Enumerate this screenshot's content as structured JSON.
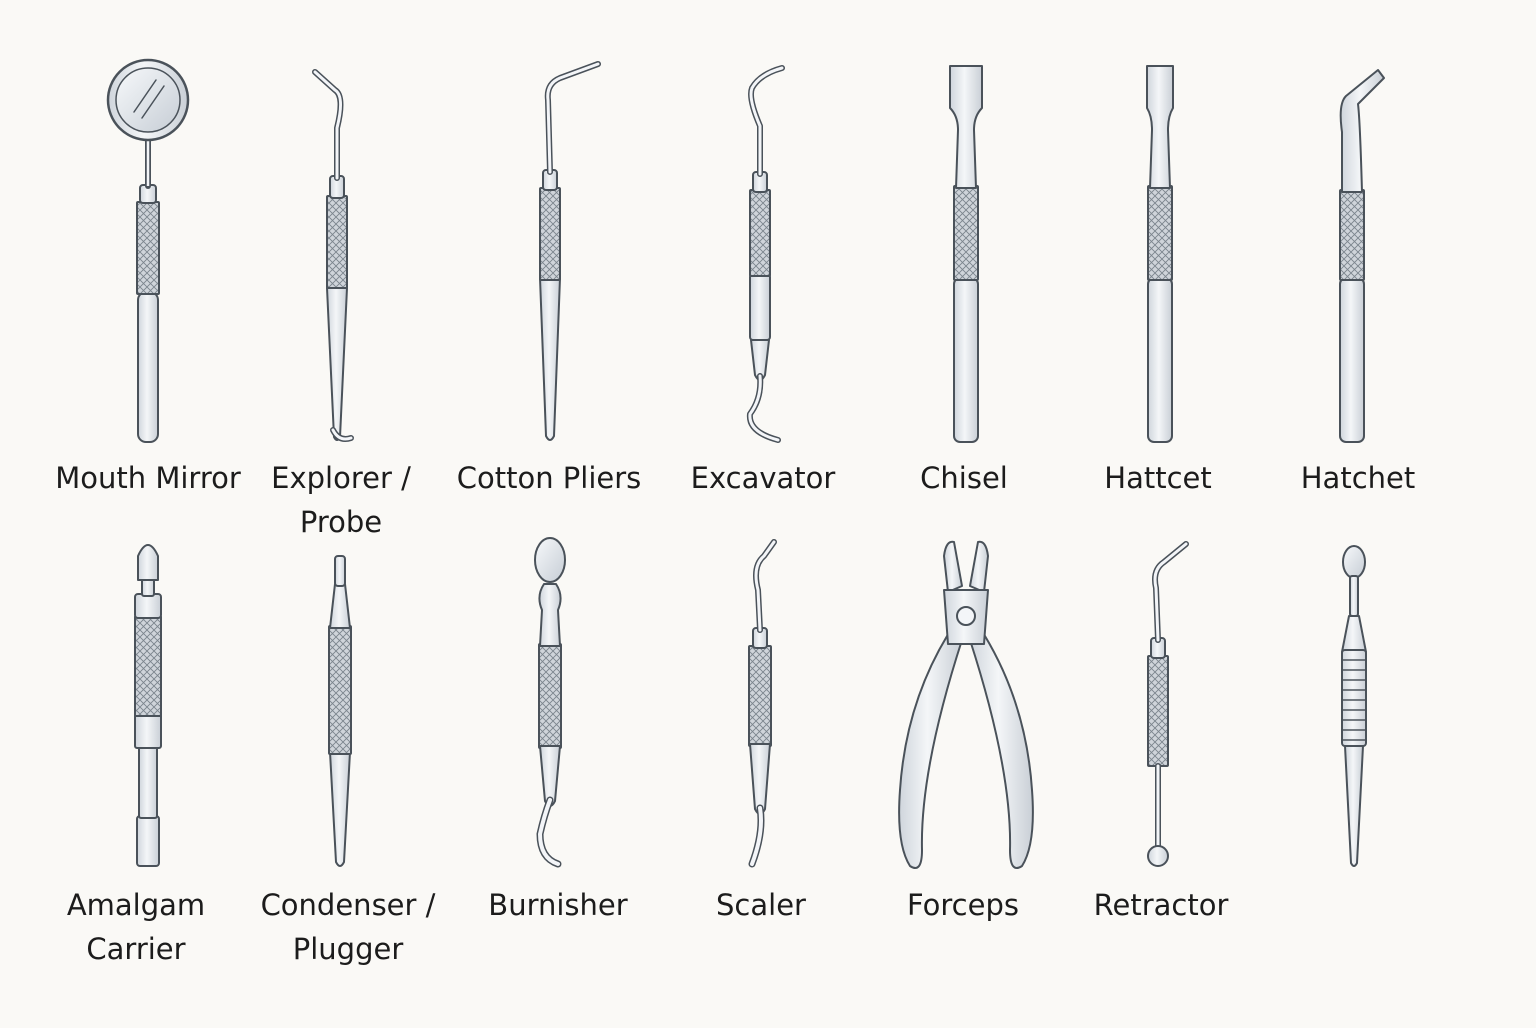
{
  "palette": {
    "background": "#faf9f6",
    "steel_fill": "#e3e7ec",
    "steel_light": "#f3f5f8",
    "outline": "#4a525a",
    "grip_fill": "#cfd4da",
    "text": "#1c1c1c"
  },
  "instruments": [
    {
      "icon": "mouth-mirror-icon",
      "label_lines": [
        "Mouth Mirror"
      ]
    },
    {
      "icon": "explorer-probe-icon",
      "label_lines": [
        "Explorer /",
        "Probe"
      ]
    },
    {
      "icon": "cotton-pliers-icon",
      "label_lines": [
        "Cotton Pliers"
      ]
    },
    {
      "icon": "excavator-icon",
      "label_lines": [
        "Excavator"
      ]
    },
    {
      "icon": "chisel-icon",
      "label_lines": [
        "Chisel"
      ]
    },
    {
      "icon": "hattcet-icon",
      "label_lines": [
        "Hattcet"
      ]
    },
    {
      "icon": "hatchet-icon",
      "label_lines": [
        "Hatchet"
      ]
    },
    {
      "icon": "amalgam-carrier-icon",
      "label_lines": [
        "Amalgam",
        "Carrier"
      ]
    },
    {
      "icon": "condenser-plugger-icon",
      "label_lines": [
        "Condenser /",
        "Plugger"
      ]
    },
    {
      "icon": "burnisher-icon",
      "label_lines": [
        "Burnisher"
      ]
    },
    {
      "icon": "scaler-icon",
      "label_lines": [
        "Scaler"
      ]
    },
    {
      "icon": "forceps-icon",
      "label_lines": [
        "Forceps"
      ]
    },
    {
      "icon": "retractor-icon",
      "label_lines": [
        "Retractor"
      ]
    },
    {
      "icon": "plastic-instrument-icon",
      "label_lines": []
    }
  ]
}
